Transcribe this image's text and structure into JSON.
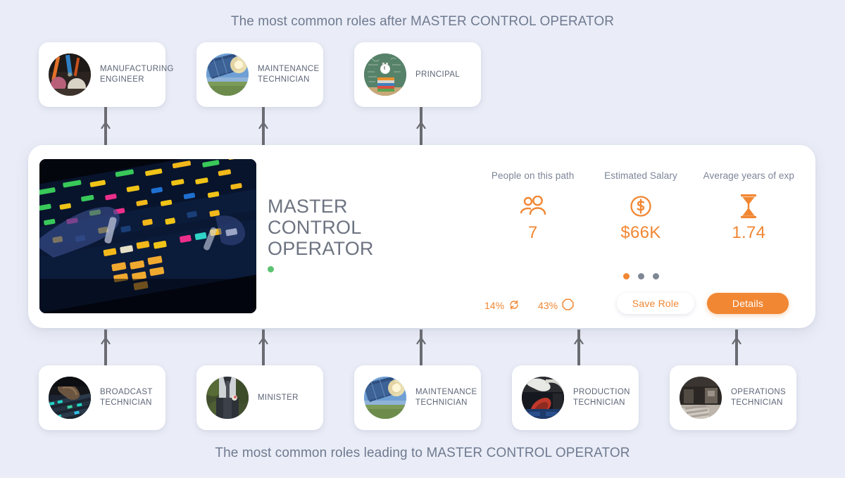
{
  "captions": {
    "top": "The most common roles after MASTER CONTROL OPERATOR",
    "bottom": "The most common roles leading to MASTER CONTROL OPERATOR"
  },
  "colors": {
    "accent": "#f18733",
    "background": "#eaedf7",
    "card": "#ffffff",
    "text_muted": "#6f7a90",
    "status_dot": "#5cc271",
    "connector": "#6b6b72"
  },
  "next_roles": [
    {
      "label": "MANUFACTURING\nENGINEER",
      "avatar": "manufacturing-engineer-photo"
    },
    {
      "label": "MAINTENANCE\nTECHNICIAN",
      "avatar": "solar-panel-photo"
    },
    {
      "label": "PRINCIPAL",
      "avatar": "chalkboard-books-photo"
    }
  ],
  "previous_roles": [
    {
      "label": "BROADCAST\nTECHNICIAN",
      "avatar": "audio-mixer-photo"
    },
    {
      "label": "MINISTER",
      "avatar": "minister-portrait-photo"
    },
    {
      "label": "MAINTENANCE\nTECHNICIAN",
      "avatar": "solar-panel-photo"
    },
    {
      "label": "PRODUCTION\nTECHNICIAN",
      "avatar": "engine-production-photo"
    },
    {
      "label": "OPERATIONS\nTECHNICIAN",
      "avatar": "warehouse-operations-photo"
    }
  ],
  "main_role": {
    "title": "MASTER\nCONTROL\nOPERATOR",
    "hero_image": "broadcast-mixing-console-photo",
    "status": "active",
    "stats": [
      {
        "label": "People on this path",
        "value": "7",
        "icon": "people-icon"
      },
      {
        "label": "Estimated Salary",
        "value": "$66K",
        "icon": "dollar-circle-icon"
      },
      {
        "label": "Average years of exp",
        "value": "1.74",
        "icon": "hourglass-icon"
      }
    ],
    "carousel": {
      "total": 3,
      "active_index": 0
    },
    "metrics": [
      {
        "value": "14%",
        "icon": "rotate-arrows-icon"
      },
      {
        "value": "43%",
        "icon": "octagon-outline-icon"
      }
    ],
    "save_label": "Save Role",
    "details_label": "Details"
  }
}
